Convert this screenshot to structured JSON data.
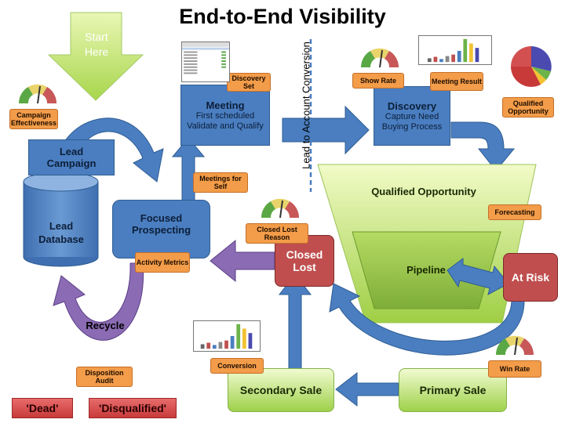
{
  "title": "End-to-End Visibility",
  "start": "Start Here",
  "boxes": {
    "lead_campaign": "Lead Campaign",
    "lead_database": "Lead Database",
    "focused_prospecting": "Focused Prospecting",
    "meeting": {
      "title": "Meeting",
      "line1": "First scheduled",
      "line2": "Validate and Qualify"
    },
    "discovery": {
      "title": "Discovery",
      "line1": "Capture Need",
      "line2": "Buying Process"
    },
    "closed_lost": "Closed Lost",
    "at_risk": "At Risk",
    "primary_sale": "Primary Sale",
    "secondary_sale": "Secondary Sale"
  },
  "funnel": {
    "outer": "Qualified Opportunity",
    "inner": "Pipeline"
  },
  "tags": {
    "campaign_effectiveness": "Campaign Effectiveness",
    "discovery_set": "Discovery Set",
    "show_rate": "Show Rate",
    "meeting_result": "Meeting Result",
    "qualified_opportunity": "Qualified Opportunity",
    "meetings_for_self": "Meetings for Self",
    "activity_metrics": "Activity Metrics",
    "closed_lost_reason": "Closed Lost Reason",
    "forecasting": "Forecasting",
    "conversion": "Conversion",
    "win_rate": "Win Rate",
    "disposition_audit": "Disposition Audit"
  },
  "labels": {
    "recycle": "Recycle",
    "divider": "Lead to Account Conversion"
  },
  "status_badges": {
    "dead": "'Dead'",
    "disqualified": "'Disqualified'"
  },
  "colors": {
    "blue": "#4a7ec0",
    "purple": "#8b6bb3",
    "red": "#c04e4e",
    "orange": "#f39c49",
    "green": "#9ed14a"
  }
}
